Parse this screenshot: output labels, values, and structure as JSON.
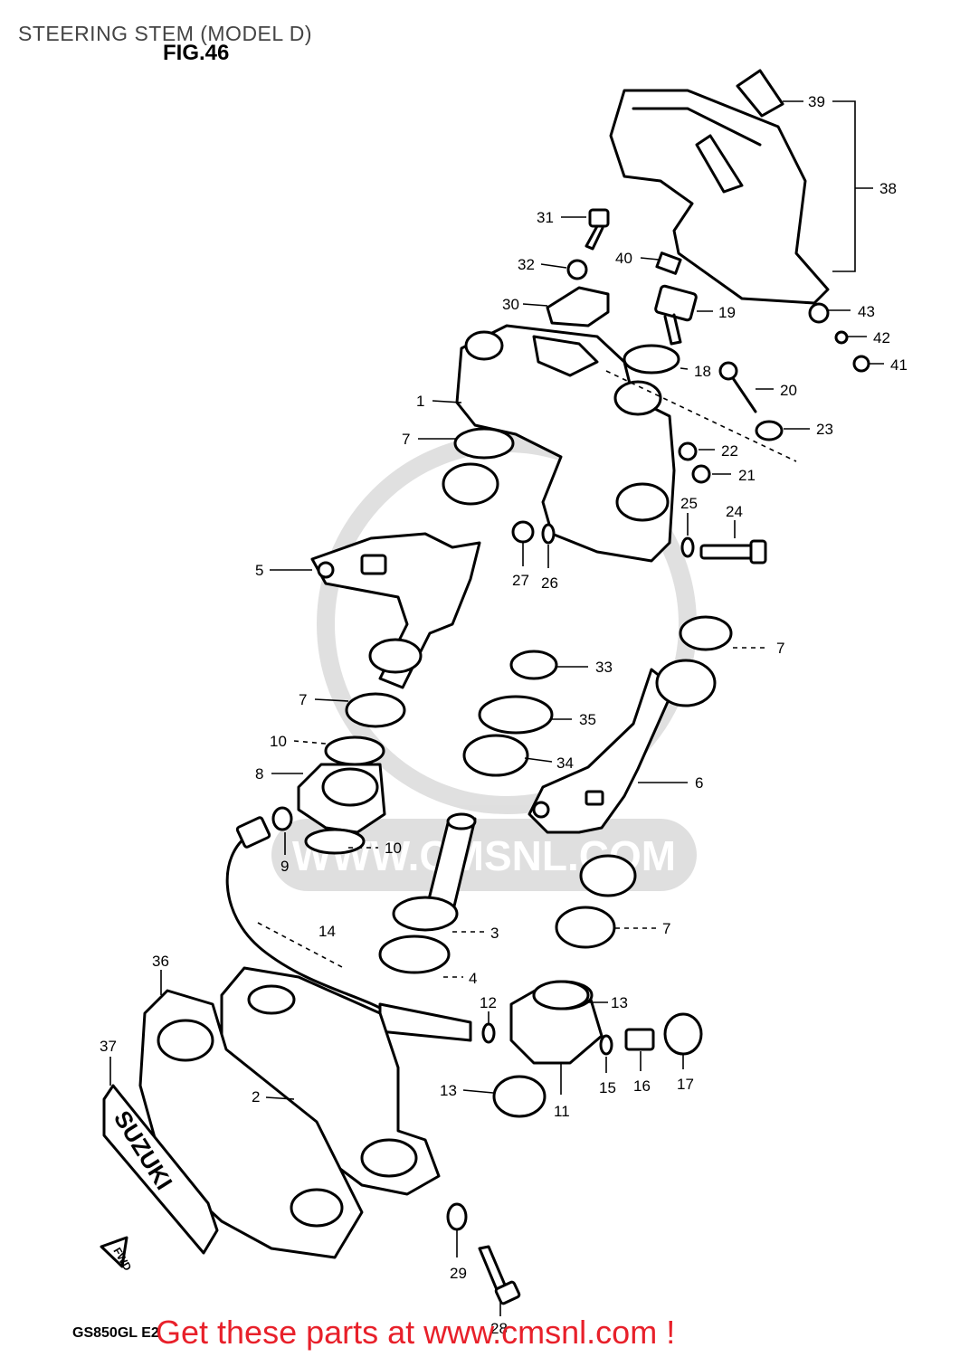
{
  "header": {
    "title": "STEERING STEM (MODEL D)",
    "fig_label": "FIG.46"
  },
  "watermark": {
    "text": "WWW.CMSNL.COM"
  },
  "model_code": "GS850GL E2",
  "decal_text": "SUZUKI",
  "fwd_label": "FWD",
  "promo": {
    "text": "Get these parts at www.cmsnl.com !"
  },
  "callouts": [
    "1",
    "2",
    "3",
    "4",
    "5",
    "6",
    "7",
    "7",
    "7",
    "7",
    "7",
    "8",
    "9",
    "10",
    "10",
    "11",
    "12",
    "13",
    "13",
    "14",
    "15",
    "16",
    "17",
    "18",
    "19",
    "20",
    "21",
    "22",
    "23",
    "24",
    "25",
    "26",
    "27",
    "28",
    "29",
    "30",
    "31",
    "32",
    "33",
    "34",
    "35",
    "36",
    "37",
    "38",
    "39",
    "40",
    "41",
    "42",
    "43"
  ]
}
